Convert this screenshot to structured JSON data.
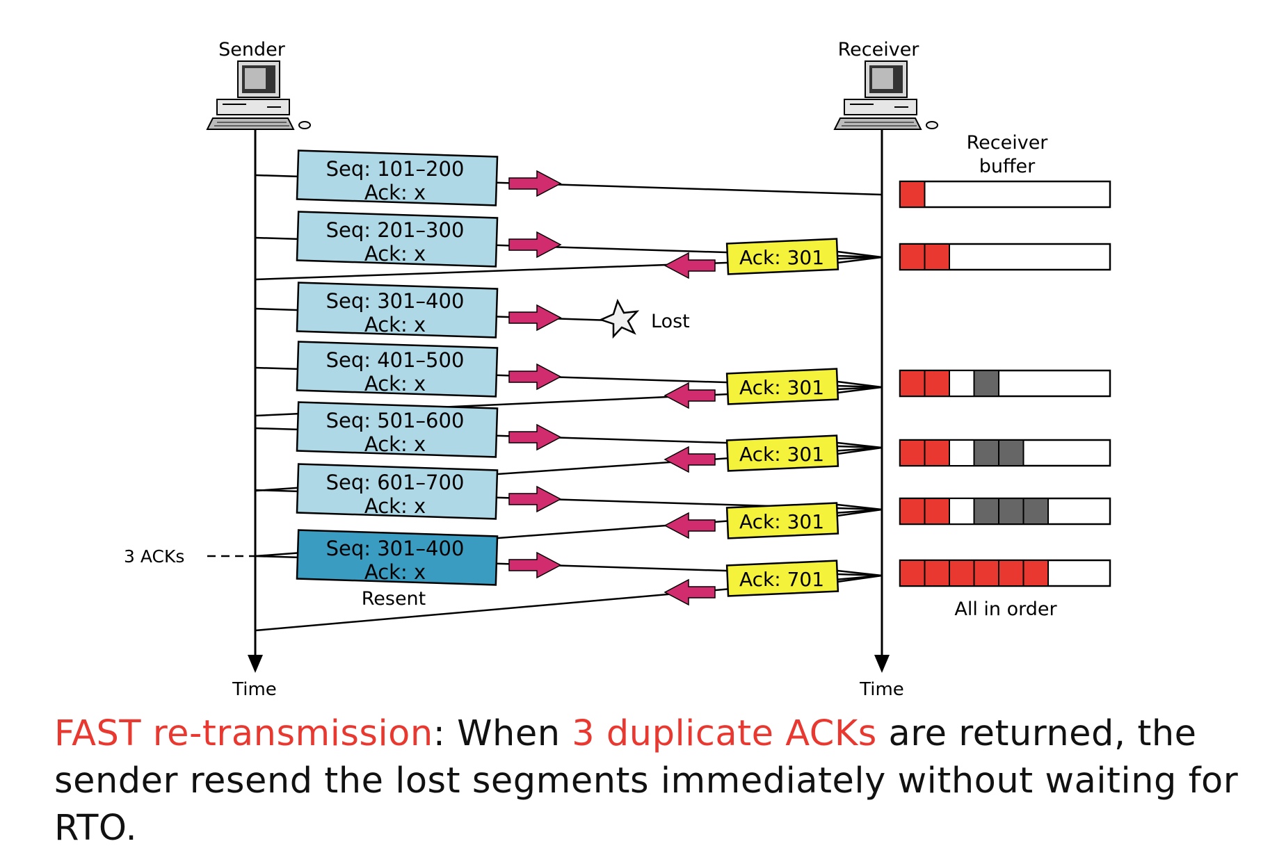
{
  "sender": {
    "label": "Sender",
    "time_label": "Time"
  },
  "receiver": {
    "label": "Receiver",
    "time_label": "Time",
    "buffer_label_line1": "Receiver",
    "buffer_label_line2": "buffer",
    "all_in_order": "All in order"
  },
  "segments": [
    {
      "seq": "Seq: 101–200",
      "ack": "Ack: x",
      "resent": false
    },
    {
      "seq": "Seq: 201–300",
      "ack": "Ack: x",
      "resent": false
    },
    {
      "seq": "Seq: 301–400",
      "ack": "Ack: x",
      "resent": false,
      "lost": true
    },
    {
      "seq": "Seq: 401–500",
      "ack": "Ack: x",
      "resent": false
    },
    {
      "seq": "Seq: 501–600",
      "ack": "Ack: x",
      "resent": false
    },
    {
      "seq": "Seq: 601–700",
      "ack": "Ack: x",
      "resent": false
    },
    {
      "seq": "Seq: 301–400",
      "ack": "Ack: x",
      "resent": true
    }
  ],
  "lost_label": "Lost",
  "resent_label": "Resent",
  "three_acks_label": "3 ACKs",
  "acks": [
    "Ack: 301",
    "Ack: 301",
    "Ack: 301",
    "Ack: 301",
    "Ack: 701"
  ],
  "buffers": [
    [
      "r",
      "e",
      "e",
      "e",
      "e",
      "e",
      "e",
      "e"
    ],
    [
      "r",
      "r",
      "e",
      "e",
      "e",
      "e",
      "e",
      "e"
    ],
    [
      "r",
      "r",
      "e",
      "g",
      "e",
      "e",
      "e",
      "e"
    ],
    [
      "r",
      "r",
      "e",
      "g",
      "g",
      "e",
      "e",
      "e"
    ],
    [
      "r",
      "r",
      "e",
      "g",
      "g",
      "g",
      "e",
      "e"
    ],
    [
      "r",
      "r",
      "r",
      "r",
      "r",
      "r",
      "e",
      "e"
    ]
  ],
  "caption": {
    "part1": "FAST re-transmission",
    "part2": ": When ",
    "part3": "3 duplicate ACKs",
    "part4": " are returned, the sender resend the lost segments immediately without waiting for RTO."
  },
  "colors": {
    "segment_box": "#aed8e6",
    "resent_box": "#3a9cc0",
    "ack_box": "#f4f23a",
    "arrow": "#d12c6e",
    "buffer_red": "#e8382f",
    "buffer_gray": "#666666",
    "caption_highlight": "#e8382f"
  }
}
